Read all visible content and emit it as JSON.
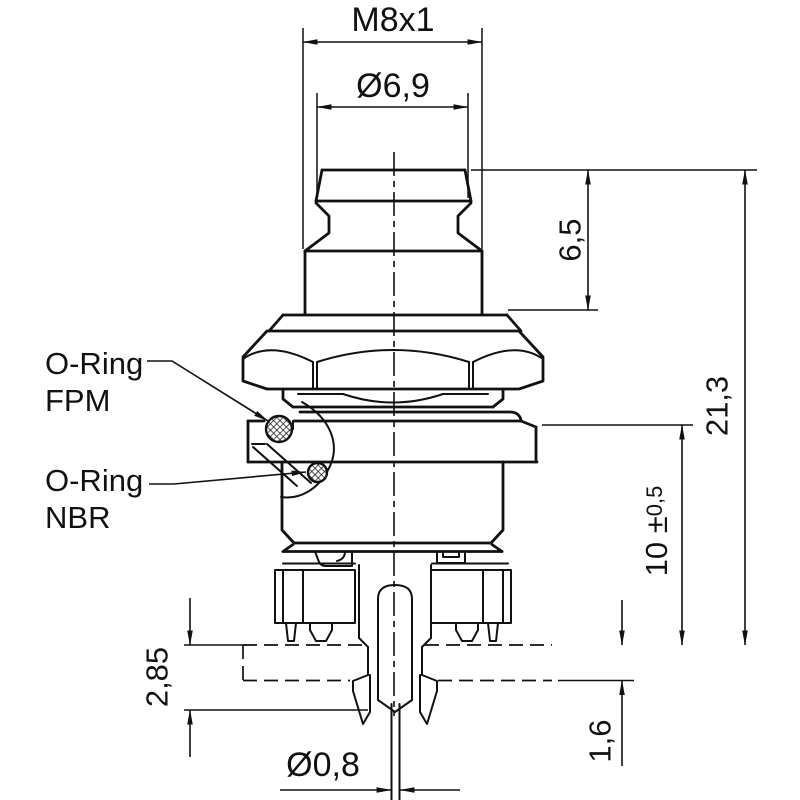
{
  "dims": {
    "thread": "M8x1",
    "plug_diameter": "Ø6,9",
    "plug_length": "6,5",
    "overall_length": "21,3",
    "mounting_main": "10 ±",
    "mounting_tolerance": "0,5",
    "standoff": "2,85",
    "pcb_thickness": "1,6",
    "pin_diameter": "Ø0,8"
  },
  "callouts": {
    "oring_fpm_line1": "O-Ring",
    "oring_fpm_line2": "FPM",
    "oring_nbr_line1": "O-Ring",
    "oring_nbr_line2": "NBR"
  },
  "colors": {
    "ink": "#111111",
    "background": "#ffffff"
  }
}
